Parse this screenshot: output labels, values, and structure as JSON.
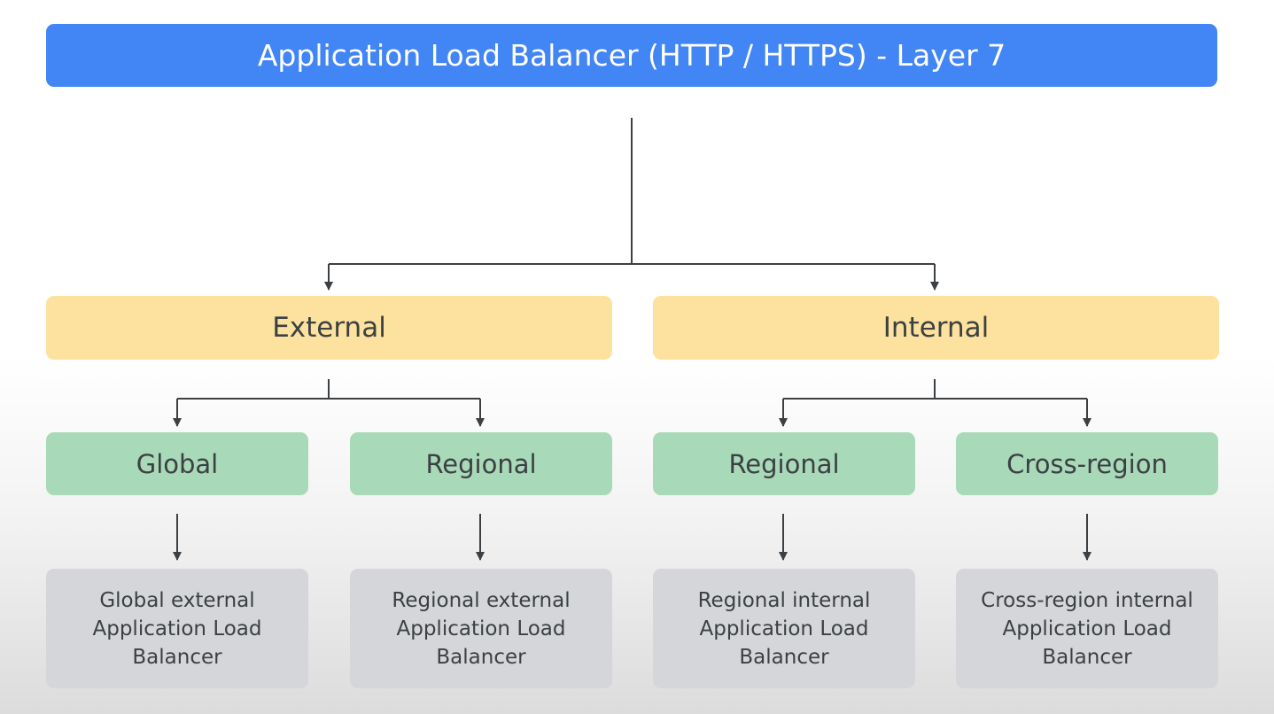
{
  "title": "Application Load Balancer (HTTP / HTTPS) - Layer 7",
  "categories": [
    {
      "label": "External",
      "scopes": [
        {
          "label": "Global",
          "result": "Global external Application Load Balancer"
        },
        {
          "label": "Regional",
          "result": "Regional external Application Load Balancer"
        }
      ]
    },
    {
      "label": "Internal",
      "scopes": [
        {
          "label": "Regional",
          "result": "Regional internal Application Load Balancer"
        },
        {
          "label": "Cross-region",
          "result": "Cross-region internal Application Load Balancer"
        }
      ]
    }
  ],
  "colors": {
    "title_box": "#4285f4",
    "category_box": "#fce29e",
    "scope_box": "#a8d9b8",
    "result_box": "#d5d6d9",
    "connector": "#3c4043"
  }
}
